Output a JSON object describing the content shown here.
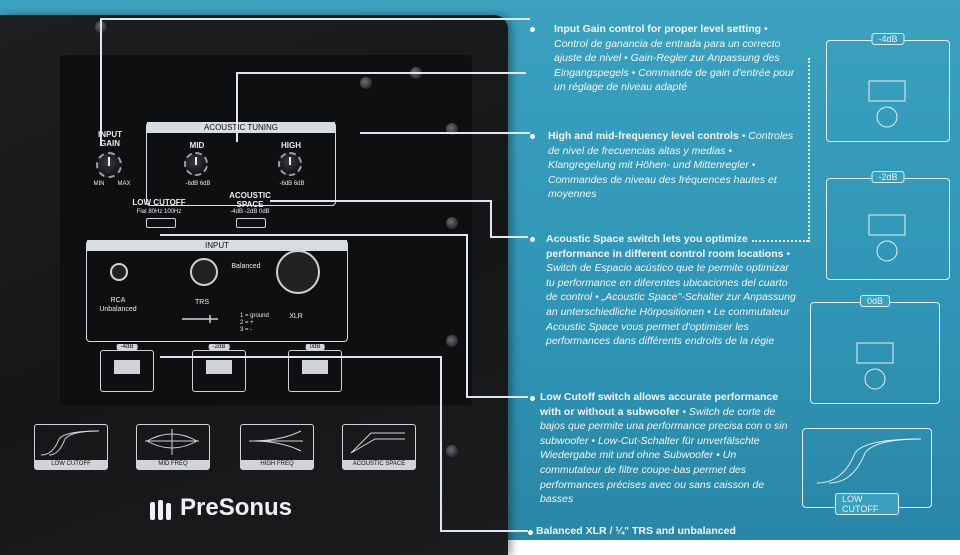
{
  "panel": {
    "input_gain": "INPUT\nGAIN",
    "input_gain_min": "MIN",
    "input_gain_max": "MAX",
    "acoustic_tuning": "ACOUSTIC TUNING",
    "mid": "MID",
    "high": "HIGH",
    "mid_range": "-6dB   6dB",
    "high_range": "-6dB   6dB",
    "low_cutoff": "LOW CUTOFF",
    "low_cutoff_options": "Flat   80Hz   100Hz",
    "acoustic_space": "ACOUSTIC\nSPACE",
    "acoustic_space_options": "-4dB -2dB 0dB",
    "input": "INPUT",
    "balanced": "Balanced",
    "rca": "RCA\nUnbalanced",
    "trs": "TRS",
    "xlr": "XLR",
    "pin1": "1 = ground",
    "pin2": "2 = +",
    "pin3": "3 = -",
    "space_minus4": "-4dB",
    "space_minus2": "-2dB",
    "space_0": "0dB",
    "graph_lowcut": "LOW CUTOFF",
    "graph_mid": "MID FREQ",
    "graph_high": "HIGH FREQ",
    "graph_space": "ACOUSTIC SPACE",
    "brand": "PreSonus"
  },
  "callouts": [
    {
      "en": "Input Gain control for proper level setting",
      "rest": "• Control de ganancia de entrada para un correcto ajuste de nivel • Gain-Regler zur Anpassung des Eingangspegels • Commande de gain d'entrée pour un réglage de niveau adapté"
    },
    {
      "en": "High and mid-frequency level controls",
      "rest": "• Controles de nivel de frecuencias altas y medias • Klangregelung mit Höhen- und Mittenregler • Commandes de niveau des fréquences hautes et moyennes"
    },
    {
      "en": "Acoustic Space switch lets you optimize performance in different control room locations",
      "rest": "• Switch de Espacio acústico que te permite optimizar tu performance en diferentes ubicaciones del cuarto de control • „Acoustic Space\"-Schalter zur Anpassung an unterschiedliche Hörpositionen • Le commutateur Acoustic Space vous permet d'optimiser les performances dans différents endroits de la régie"
    },
    {
      "en": "Low Cutoff switch allows accurate performance with or without a subwoofer",
      "rest": "• Switch de corte de bajos que permite una performance precisa con o sin subwoofer • Low-Cut-Schalter für unverfälschte Wiedergabe mit und ohne Subwoofer • Un commutateur de filtre coupe-bas permet des performances précises avec ou sans caisson de basses"
    },
    {
      "en": "Balanced XLR / ¼\" TRS and unbalanced",
      "rest": ""
    }
  ],
  "right_panel": {
    "card1": "-4dB",
    "card2": "-2dB",
    "card3": "0dB",
    "card4": "LOW CUTOFF"
  },
  "colors": {
    "background": "#3ba1bf",
    "speaker": "#1a1b1d",
    "lines": "#dfe7ea"
  }
}
